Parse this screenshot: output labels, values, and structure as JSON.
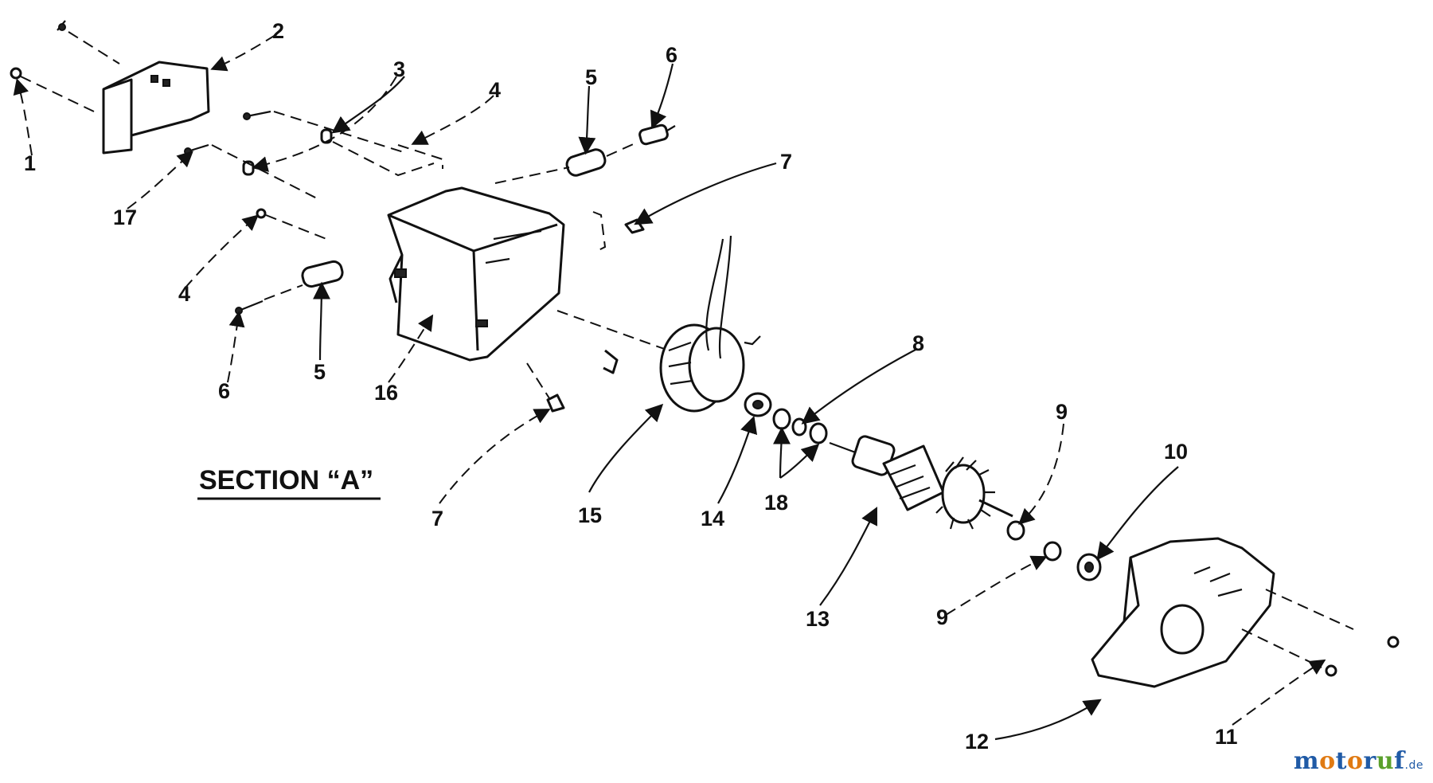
{
  "diagram": {
    "section_title": "SECTION “A”",
    "labels": [
      "1",
      "2",
      "3",
      "4",
      "5",
      "6",
      "7",
      "17",
      "4",
      "5",
      "6",
      "16",
      "7",
      "15",
      "14",
      "8",
      "18",
      "13",
      "9",
      "9",
      "10",
      "12",
      "11"
    ]
  },
  "watermark": {
    "main": "motoruf",
    "suffix": ".de",
    "color_a": "#1f5aa6",
    "color_b": "#e07a12",
    "color_c": "#5aa02c"
  }
}
